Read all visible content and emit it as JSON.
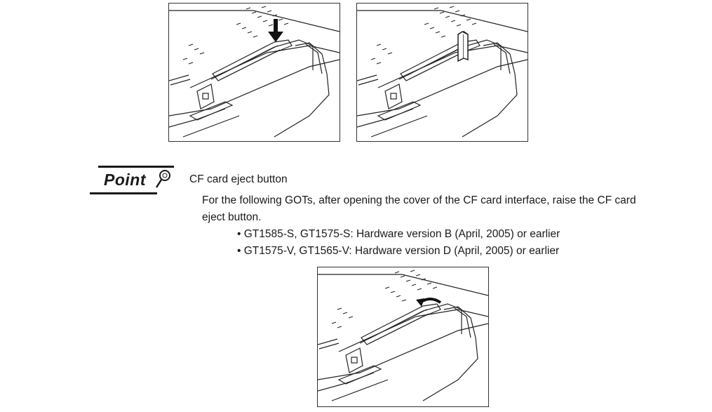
{
  "point": {
    "label": "Point"
  },
  "section": {
    "title": "CF card eject button",
    "paragraph": "For the following GOTs, after opening the cover of the CF card interface, raise the CF card eject button.",
    "bullets": [
      "GT1585-S, GT1575-S: Hardware version B (April, 2005) or earlier",
      "GT1575-V, GT1565-V: Hardware version D (April, 2005) or earlier"
    ]
  },
  "figures": [
    {
      "icon": "arrow-down-icon"
    },
    {
      "icon": "eject-button-raised-icon"
    },
    {
      "icon": "curved-arrow-icon"
    }
  ]
}
